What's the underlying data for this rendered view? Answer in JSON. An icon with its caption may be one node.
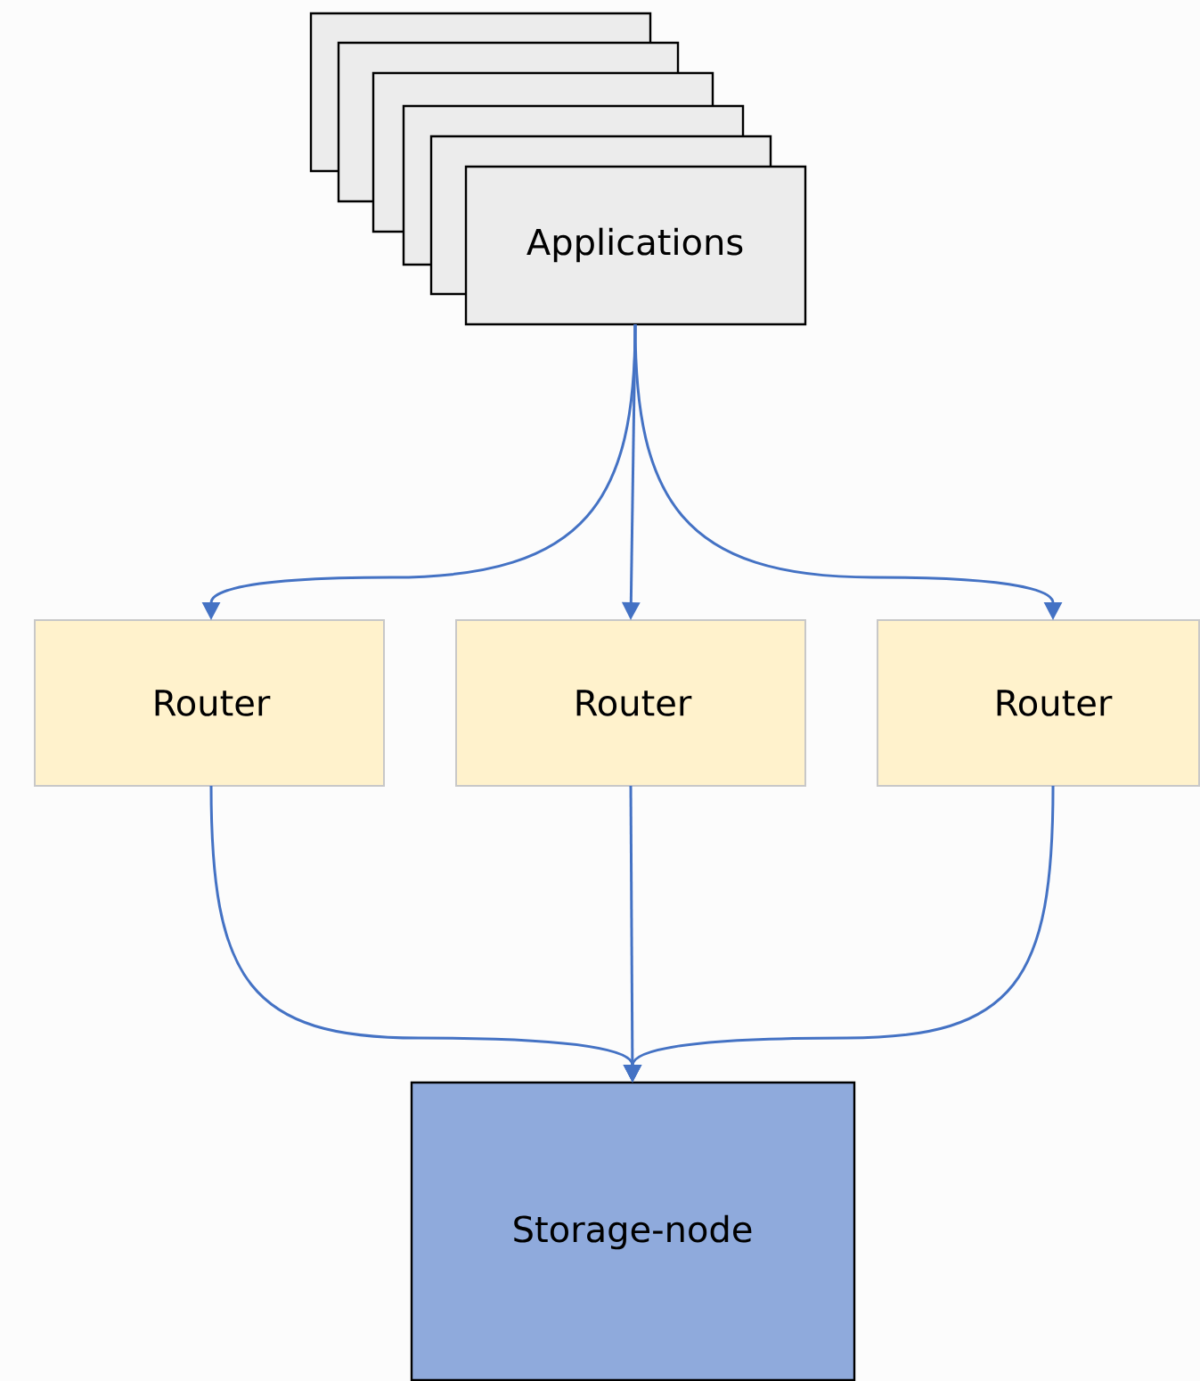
{
  "diagram": {
    "nodes": [
      {
        "text": [
          "Applications"
        ]
      },
      {
        "text": [
          "Router"
        ]
      },
      {
        "text": [
          "Router"
        ]
      },
      {
        "text": [
          "Router"
        ]
      },
      {
        "text": [
          "Storage-node"
        ]
      }
    ],
    "edges": [
      {
        "from": 0,
        "to": 1,
        "arrow": "to"
      },
      {
        "from": 0,
        "to": 2,
        "arrow": "to"
      },
      {
        "from": 0,
        "to": 3,
        "arrow": "to"
      },
      {
        "from": 1,
        "to": 4,
        "arrow": "to"
      },
      {
        "from": 2,
        "to": 4,
        "arrow": "to"
      },
      {
        "from": 3,
        "to": 4,
        "arrow": "to"
      }
    ]
  }
}
